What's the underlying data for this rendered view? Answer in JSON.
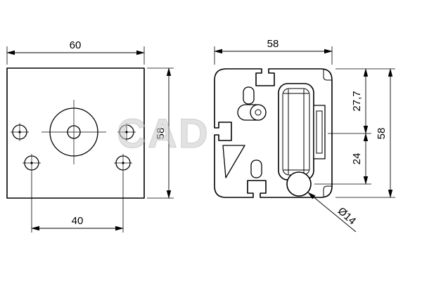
{
  "watermark": "CAD",
  "colors": {
    "background": "#ffffff",
    "line": "#000000",
    "watermark": "#cccccc"
  },
  "views": {
    "plate": {
      "dims": {
        "width_top": "60",
        "height_right": "58",
        "hole_spacing_bottom": "40"
      }
    },
    "profile": {
      "dims": {
        "width_top": "58",
        "upper_offset": "27,7",
        "lower_offset": "24",
        "height_right": "58",
        "hole_diameter": "Ø14"
      }
    }
  }
}
